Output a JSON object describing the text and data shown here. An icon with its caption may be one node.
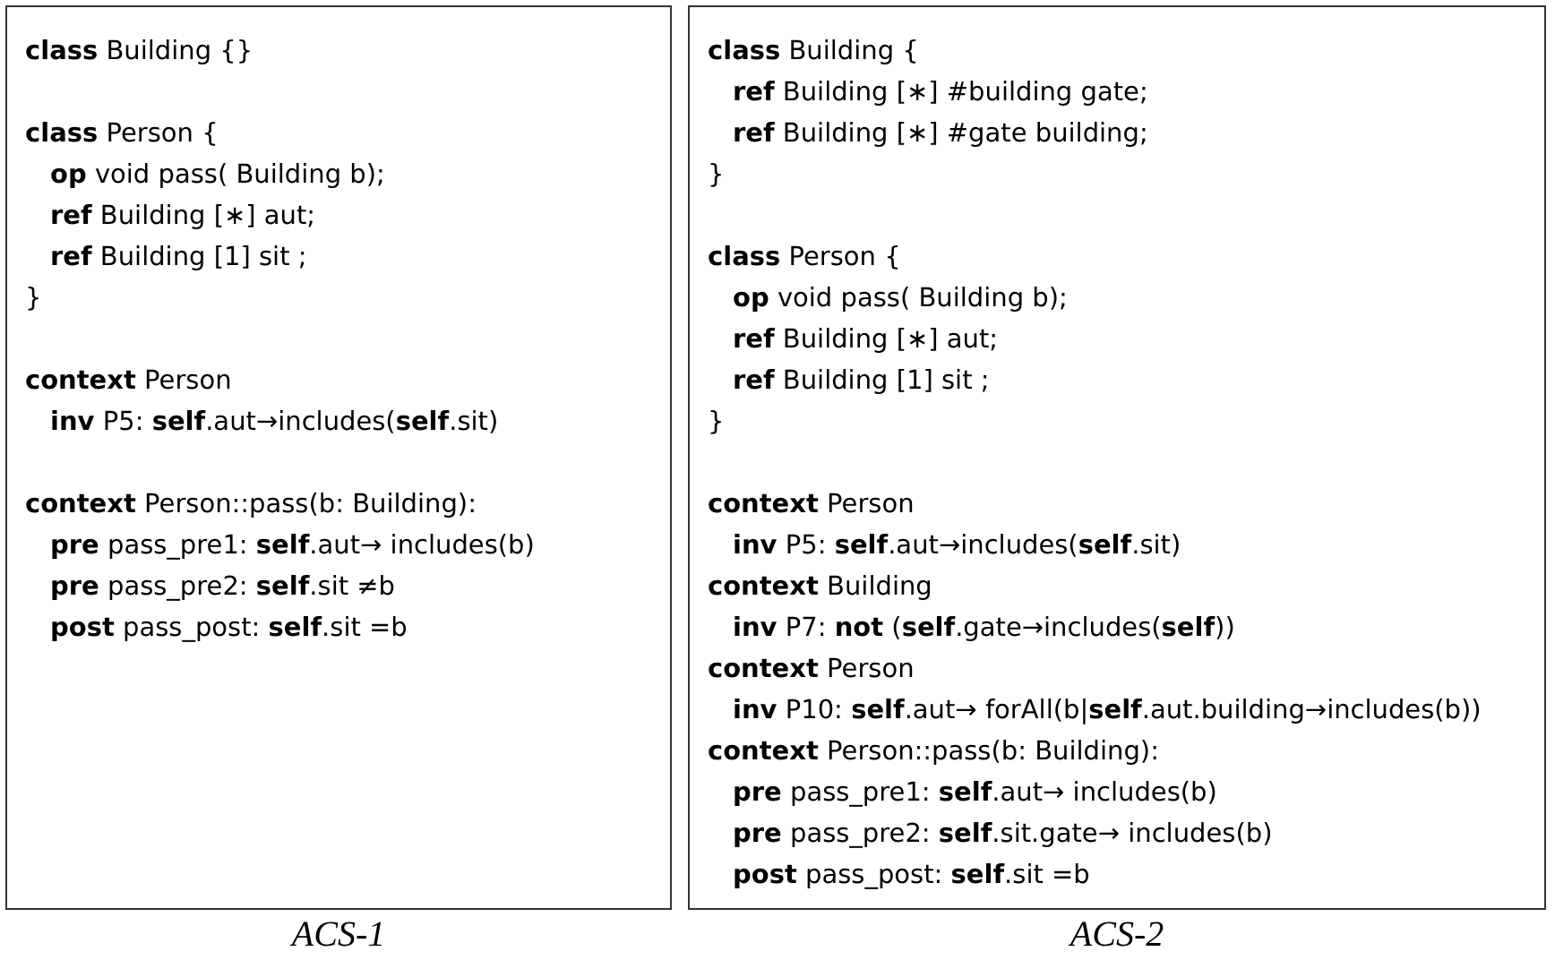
{
  "diagram": {
    "nodes": [
      {
        "text": [
          "**class** Building {}",
          "**class** Person {",
          "**op** void pass( Building b);",
          "**ref** Building [∗] aut;",
          "**ref** Building [1] sit ;",
          "}",
          "**context** Person",
          "**inv** P5: **self**.aut→includes(**self**.sit)",
          "**context** Person::pass(b: Building):",
          "**pre** pass_pre1: **self**.aut→ includes(b)",
          "**pre** pass_pre2: **self**.sit ≠b",
          "**post** pass_post: **self**.sit =b"
        ],
        "beside": [
          "ACS-1"
        ]
      },
      {
        "text": [
          "**class** Building {",
          "**ref** Building [∗] #building gate;",
          "**ref** Building [∗] #gate building;",
          "}",
          "**class** Person {",
          "**op** void pass( Building b);",
          "**ref** Building [∗] aut;",
          "**ref** Building [1] sit ;",
          "}",
          "**context** Person",
          "**inv** P5: **self**.aut→includes(**self**.sit)",
          "**context** Building",
          "**inv** P7: **not** (**self**.gate→includes(**self**))",
          "**context** Person",
          "**inv** P10: **self**.aut→ forAll(b|**self**.aut.building→includes(b))",
          "**context** Person::pass(b: Building):",
          "**pre** pass_pre1: **self**.aut→ includes(b)",
          "**pre** pass_pre2: **self**.sit.gate→ includes(b)",
          "**post** pass_post: **self**.sit =b"
        ],
        "beside": [
          "ACS-2"
        ]
      }
    ]
  }
}
